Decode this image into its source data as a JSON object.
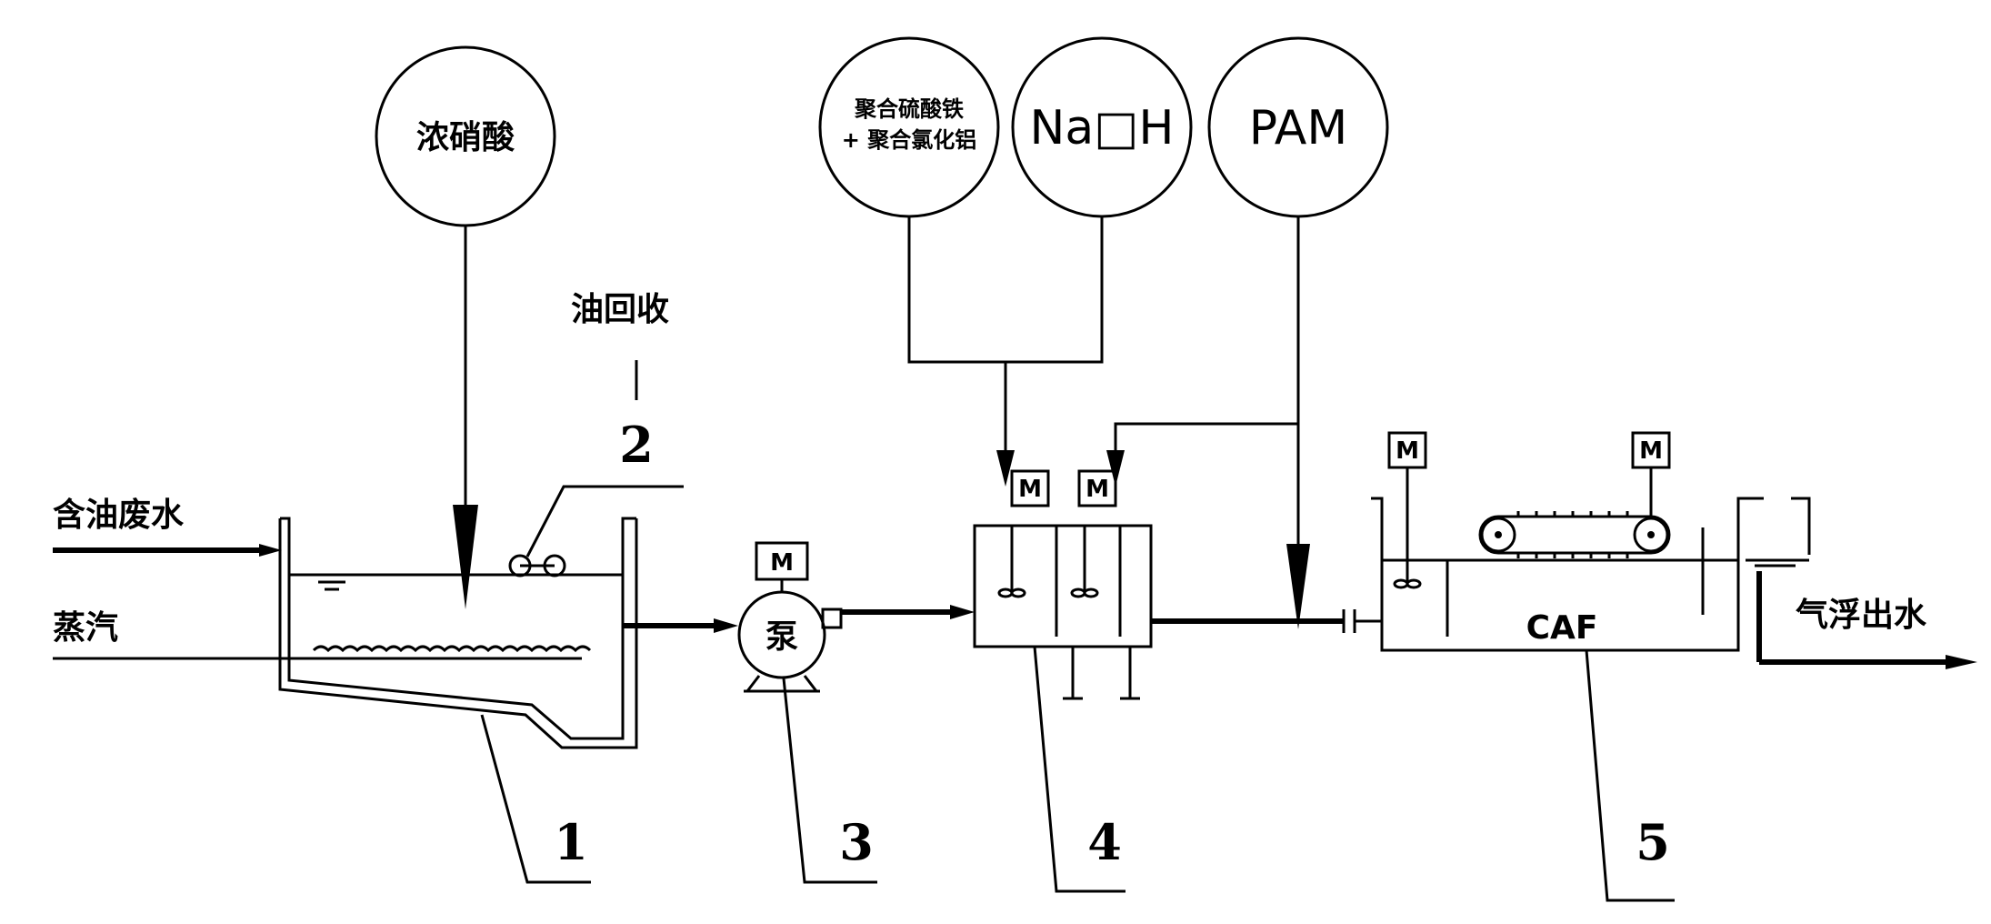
{
  "reagents": {
    "nitric_acid": "浓硝酸",
    "coagulant_line1": "聚合硫酸铁",
    "coagulant_line2": "+ 聚合氯化铝",
    "naoh": "Na□H",
    "pam": "PAM"
  },
  "streams": {
    "oily_wastewater": "含油废水",
    "steam": "蒸汽",
    "oil_recovery": "油回收",
    "flotation_effluent": "气浮出水"
  },
  "equipment": {
    "pump": "泵",
    "motor": "M",
    "caf": "CAF"
  },
  "callouts": [
    "1",
    "2",
    "3",
    "4",
    "5"
  ],
  "colors": {
    "line": "#000000",
    "background": "#ffffff"
  }
}
